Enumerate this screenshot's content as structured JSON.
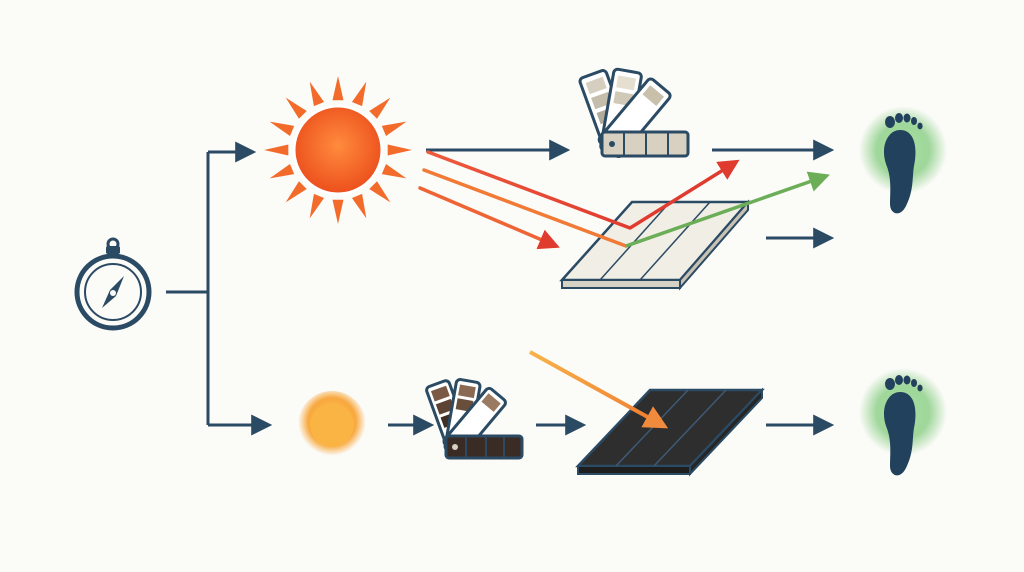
{
  "diagram": {
    "description_free": true,
    "colors": {
      "background": "#fbfbf8",
      "line": "#2b4a63",
      "sun_hot": "#f06a2a",
      "sun_warm": "#f7b34a",
      "arrow_red": "#e03b2f",
      "arrow_orange": "#f08a3c",
      "arrow_green": "#6cae57",
      "glow_green": "#8fd08a",
      "light_surface": "#efece4",
      "dark_surface": "#2c2c2c"
    },
    "nodes": [
      {
        "id": "compass",
        "icon": "compass-icon"
      },
      {
        "id": "sun-strong",
        "icon": "sun-icon"
      },
      {
        "id": "sun-mild",
        "icon": "sun-glow-icon"
      },
      {
        "id": "swatch-light",
        "icon": "color-swatch-icon"
      },
      {
        "id": "swatch-dark",
        "icon": "color-swatch-icon"
      },
      {
        "id": "surface-light",
        "icon": "light-panel-icon"
      },
      {
        "id": "surface-dark",
        "icon": "dark-panel-icon"
      },
      {
        "id": "foot-top",
        "icon": "footprint-icon"
      },
      {
        "id": "foot-bottom",
        "icon": "footprint-icon"
      }
    ],
    "arrows": [
      {
        "from": "compass",
        "to": "sun-strong"
      },
      {
        "from": "compass",
        "to": "sun-mild"
      },
      {
        "from": "sun-strong",
        "to": "swatch-light"
      },
      {
        "from": "swatch-light",
        "to": "foot-top"
      },
      {
        "from": "surface-light",
        "to": "foot-top"
      },
      {
        "from": "sun-mild",
        "to": "swatch-dark"
      },
      {
        "from": "swatch-dark",
        "to": "surface-dark"
      },
      {
        "from": "surface-dark",
        "to": "foot-bottom"
      }
    ]
  }
}
